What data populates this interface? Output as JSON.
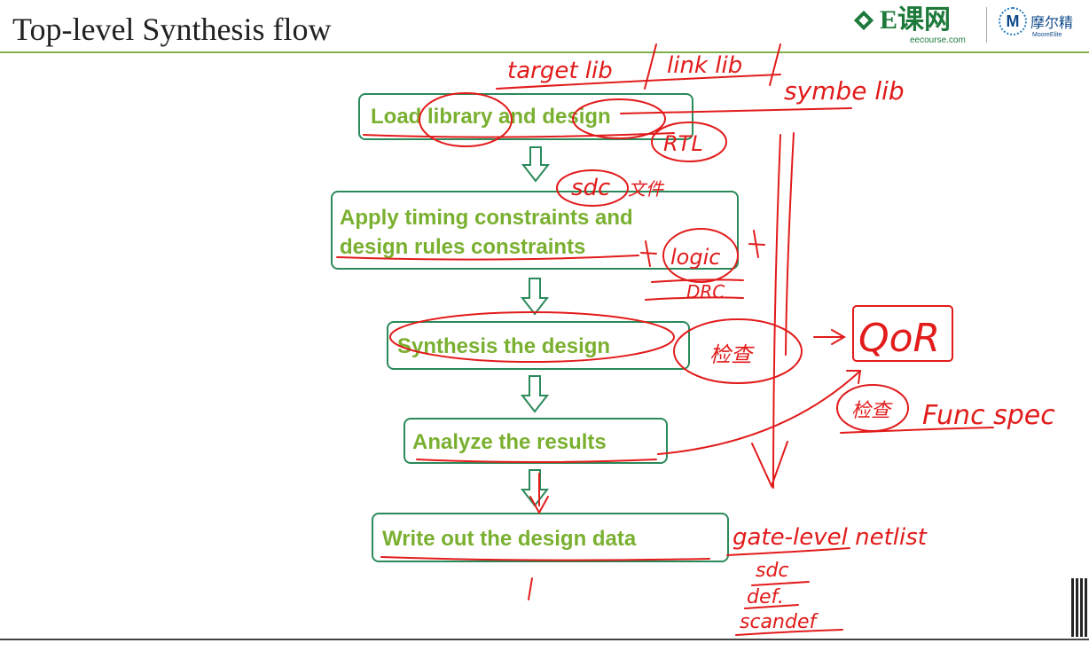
{
  "title": "Top-level Synthesis flow",
  "logos": {
    "brand1": "E课网",
    "brand1_sub": "eecourse.com",
    "brand2_mark": "M",
    "brand2": "摩尔精",
    "brand2_sub": "MooreElite"
  },
  "steps": [
    {
      "label": "Load library and design"
    },
    {
      "label": "Apply timing constraints and",
      "label2": "design rules constraints"
    },
    {
      "label": "Synthesis the design"
    },
    {
      "label": "Analyze the results"
    },
    {
      "label": "Write out the design data"
    }
  ],
  "annotations": {
    "target_lib": "target lib",
    "link_lib": "link lib",
    "symbol_lib": "symbe lib",
    "rtl": "RTL",
    "sdc": "sdc",
    "sdc_note": "文件",
    "logic": "logic",
    "drc": "DRC",
    "check": "检查",
    "qor": "QoR",
    "check2": "检查",
    "func_spec": "Func spec",
    "gate_netlist": "gate-level netlist",
    "out_sdc": "sdc",
    "out_def": "def.",
    "out_scandef": "scandef"
  },
  "colors": {
    "box_border": "#2a8a5a",
    "box_text": "#7ab030",
    "annotation": "#e21b1b",
    "accent_rule": "#7fb24a"
  }
}
